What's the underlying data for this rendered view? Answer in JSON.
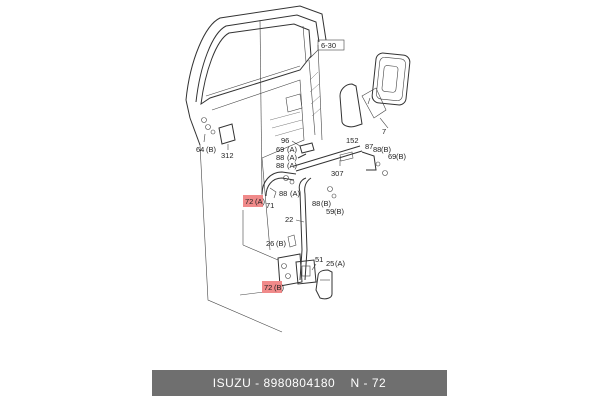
{
  "labels": {
    "ref_6_30": "6-30",
    "p7": "7",
    "p64b": "64",
    "p64b_s": "(B)",
    "p312": "312",
    "p96": "96",
    "p69a": "69",
    "p69a_s": "(A)",
    "p88a1": "88",
    "p88a1_s": "(A)",
    "p88a2": "88",
    "p88a2_s": "(A)",
    "p152": "152",
    "p87": "87",
    "p88b_top": "88",
    "p88b_top_s": "(B)",
    "p69b_top": "69",
    "p69b_top_s": "(B)",
    "p307": "307",
    "p72a": "72",
    "p72a_s": "(A)",
    "p71": "71",
    "p88a3": "88",
    "p88a3_s": "(A)",
    "p88b_mid": "88",
    "p88b_mid_s": "(B)",
    "p59b": "59",
    "p59b_s": "(B)",
    "p22": "22",
    "p26b": "26",
    "p26b_s": "(B)",
    "p51": "51",
    "p25a": "25",
    "p25a_s": "(A)",
    "p72b": "72",
    "p72b_s": "(B)"
  },
  "footer": {
    "brand": "ISUZU",
    "sep": " - ",
    "part_number": "8980804180",
    "code": "N - 72"
  }
}
